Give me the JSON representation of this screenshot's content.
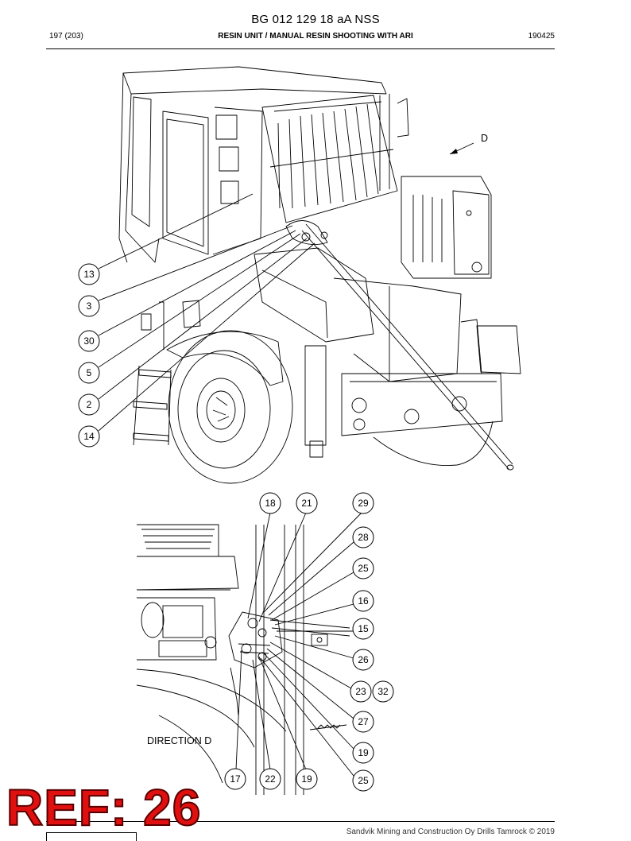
{
  "header": {
    "doc_code": "BG 012 129 18 aA NSS",
    "page": "197 (203)",
    "section_title": "RESIN UNIT / MANUAL RESIN SHOOTING WITH ARI",
    "date_code": "190425"
  },
  "main_view": {
    "direction_marker": "D",
    "callouts": [
      "13",
      "3",
      "30",
      "5",
      "2",
      "14"
    ]
  },
  "detail_view": {
    "label": "DIRECTION D",
    "callouts_top": [
      "18",
      "21",
      "29"
    ],
    "callouts_right": [
      "28",
      "25",
      "16",
      "15",
      "26",
      "23",
      "32",
      "27",
      "19",
      "25"
    ],
    "callouts_bottom": [
      "17",
      "22",
      "19"
    ]
  },
  "watermark": {
    "text": "REF: 26",
    "color": "#e01010"
  },
  "footer": {
    "copyright": "Sandvik Mining and Construction Oy Drills Tamrock © 2019"
  }
}
